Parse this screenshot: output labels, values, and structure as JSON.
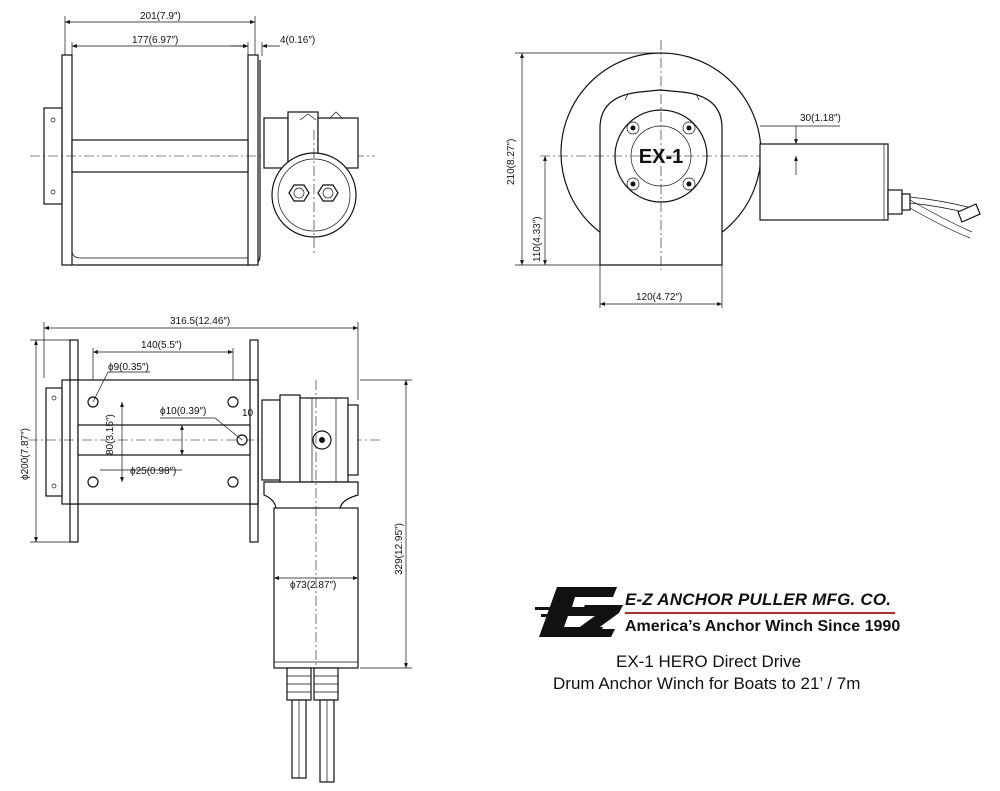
{
  "drawing": {
    "top_view": {
      "dims": {
        "overall_width": "201(7.9″)",
        "drum_width": "177(6.97″)",
        "flange": "4(0.16″)"
      }
    },
    "side_view": {
      "label": "EX-1",
      "dims": {
        "height": "210(8.27″)",
        "axle_height": "110(4.33″)",
        "base_width": "120(4.72″)",
        "motor_offset": "30(1.18″)"
      }
    },
    "front_view": {
      "dims": {
        "overall_length": "316.5(12.46″)",
        "bolt_spacing": "140(5.5″)",
        "bolt_hole": "ϕ9(0.35″)",
        "bolt_vertical": "80(3.15″)",
        "shaft_hole": "ϕ10(0.39″)",
        "shaft_dia": "ϕ25(0.98″)",
        "flange_dia": "ϕ200(7.87″)",
        "total_height": "329(12.95″)",
        "motor_dia": "ϕ73(2.87″)",
        "small_label": "10"
      }
    }
  },
  "branding": {
    "logo_mark": "EZ",
    "company": "E-Z ANCHOR PULLER MFG. CO.",
    "tagline": "America’s Anchor Winch Since 1990",
    "rule_color": "#c0282b",
    "product_line1": "EX-1 HERO Direct Drive",
    "product_line2": "Drum Anchor Winch for Boats to 21’ / 7m"
  }
}
